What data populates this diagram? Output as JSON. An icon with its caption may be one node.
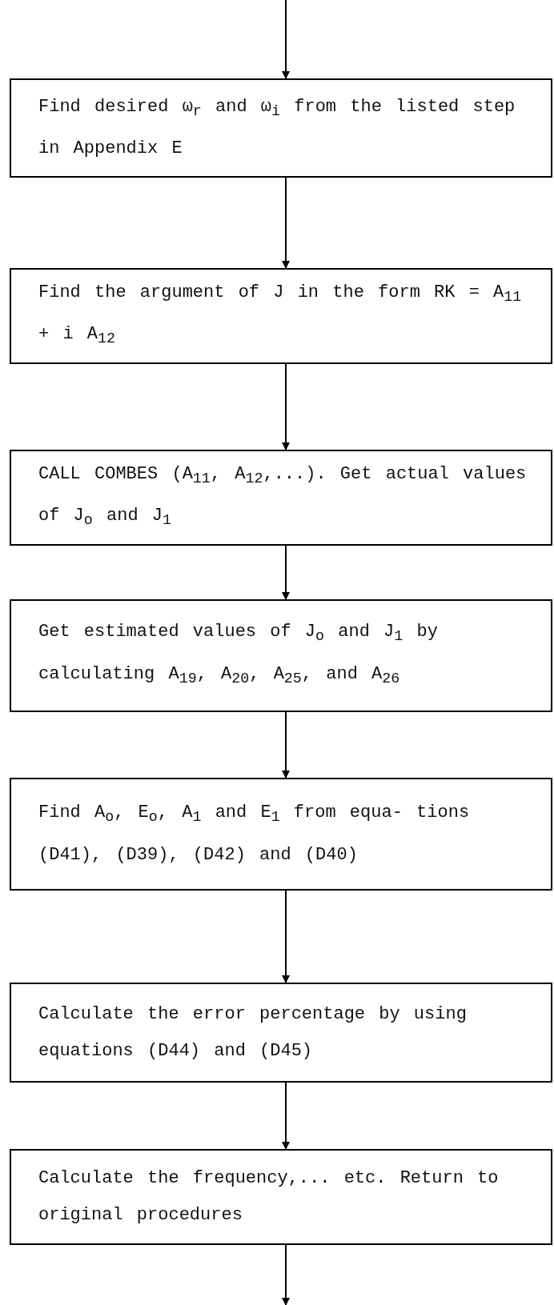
{
  "diagram": {
    "nodes": [
      {
        "text": [
          "Find desired ω$_{r}$ and ω$_{i}$ from the listed step in Appendix E"
        ]
      },
      {
        "text": [
          "Find the argument of J in the form RK = A$_{11}$ + i A$_{12}$"
        ]
      },
      {
        "text": [
          "CALL COMBES (A$_{11}$, A$_{12}$,...). Get actual values of J$_{o}$ and J$_{1}$"
        ]
      },
      {
        "text": [
          "Get estimated values of J$_{o}$ and J$_{1}$ by calculating A$_{19}$, A$_{20}$, A$_{25}$, and A$_{26}$"
        ]
      },
      {
        "text": [
          "Find A$_{o}$, E$_{o}$, A$_{1}$ and E$_{1}$ from equa- tions (D41), (D39), (D42) and (D40)"
        ]
      },
      {
        "text": [
          "Calculate the error percentage by using equations (D44) and (D45)"
        ]
      },
      {
        "text": [
          "Calculate the frequency,... etc. Return to original procedures"
        ]
      }
    ],
    "edges": [
      {
        "from": null,
        "to": 0,
        "arrow": "to"
      },
      {
        "from": 0,
        "to": 1,
        "arrow": "to"
      },
      {
        "from": 1,
        "to": 2,
        "arrow": "to"
      },
      {
        "from": 2,
        "to": 3,
        "arrow": "to"
      },
      {
        "from": 3,
        "to": 4,
        "arrow": "to"
      },
      {
        "from": 4,
        "to": 5,
        "arrow": "to"
      },
      {
        "from": 5,
        "to": 6,
        "arrow": "to"
      },
      {
        "from": 6,
        "to": null,
        "arrow": "to"
      }
    ]
  }
}
